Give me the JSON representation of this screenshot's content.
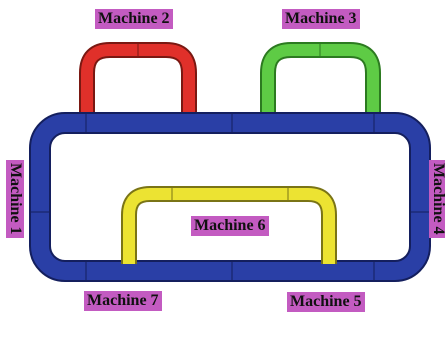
{
  "labels": {
    "machine_1": "Machine 1",
    "machine_2": "Machine 2",
    "machine_3": "Machine 3",
    "machine_4": "Machine 4",
    "machine_5": "Machine 5",
    "machine_6": "Machine 6",
    "machine_7": "Machine 7"
  },
  "colors": {
    "main_loop": "#2a3fa6",
    "machine_2_loop": "#e0302a",
    "machine_3_loop": "#5ecb45",
    "machine_6_loop": "#ece332",
    "label_background": "#c35bc1"
  }
}
